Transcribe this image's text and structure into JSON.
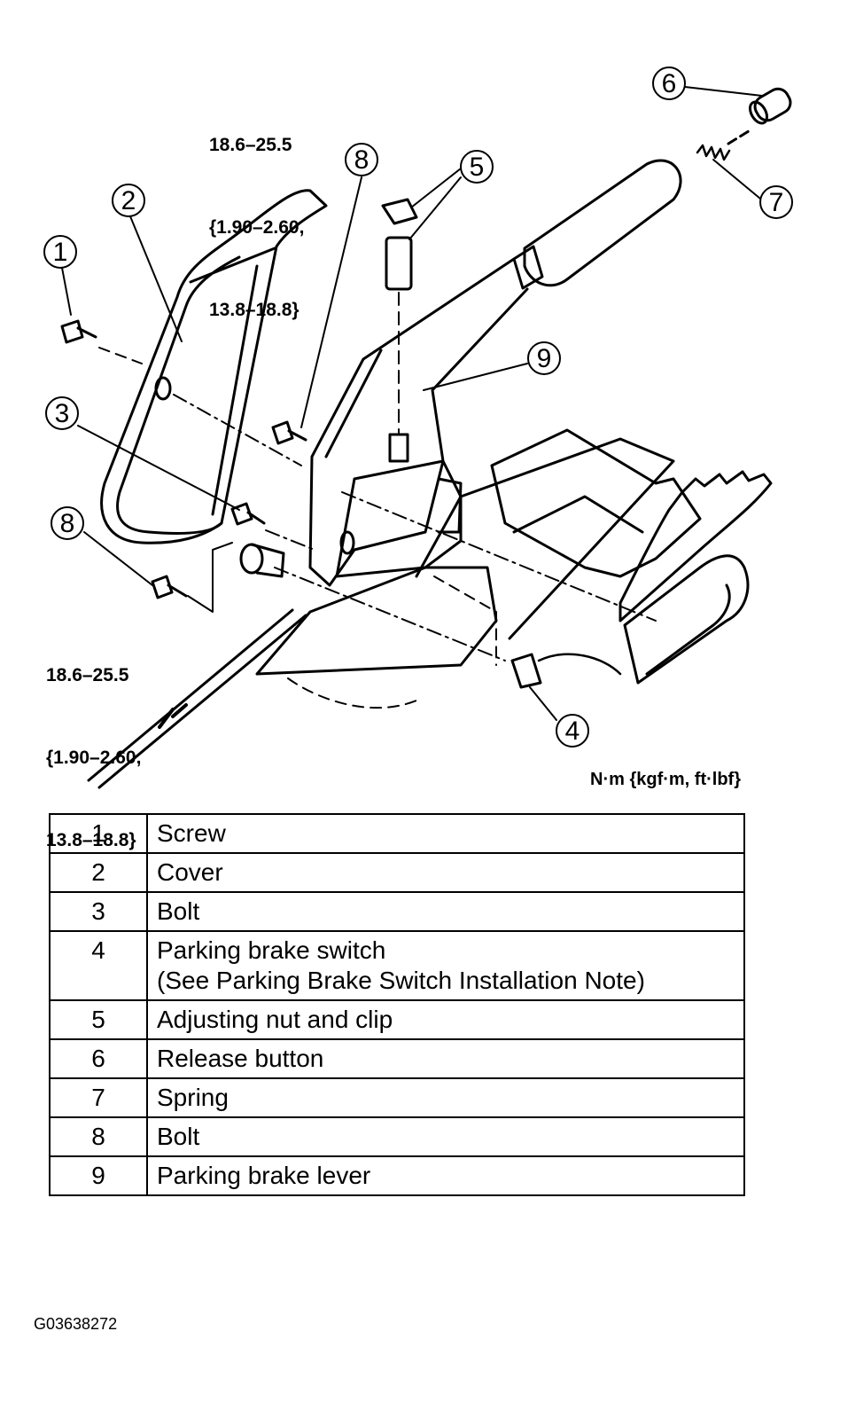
{
  "callouts": [
    "1",
    "2",
    "3",
    "4",
    "5",
    "6",
    "7",
    "8",
    "8",
    "9"
  ],
  "torque_top": [
    "18.6–25.5",
    "{1.90–2.60,",
    "13.8–18.8}"
  ],
  "torque_bottom": [
    "18.6–25.5",
    "{1.90–2.60,",
    "13.8–18.8}"
  ],
  "units": "N·m {kgf·m, ft·lbf}",
  "parts": [
    {
      "num": "1",
      "name": "Screw"
    },
    {
      "num": "2",
      "name": "Cover"
    },
    {
      "num": "3",
      "name": "Bolt"
    },
    {
      "num": "4",
      "name": "Parking brake switch\n(See Parking Brake Switch Installation Note)"
    },
    {
      "num": "5",
      "name": "Adjusting nut and clip"
    },
    {
      "num": "6",
      "name": "Release button"
    },
    {
      "num": "7",
      "name": "Spring"
    },
    {
      "num": "8",
      "name": "Bolt"
    },
    {
      "num": "9",
      "name": "Parking brake lever"
    }
  ],
  "figure_id": "G03638272"
}
